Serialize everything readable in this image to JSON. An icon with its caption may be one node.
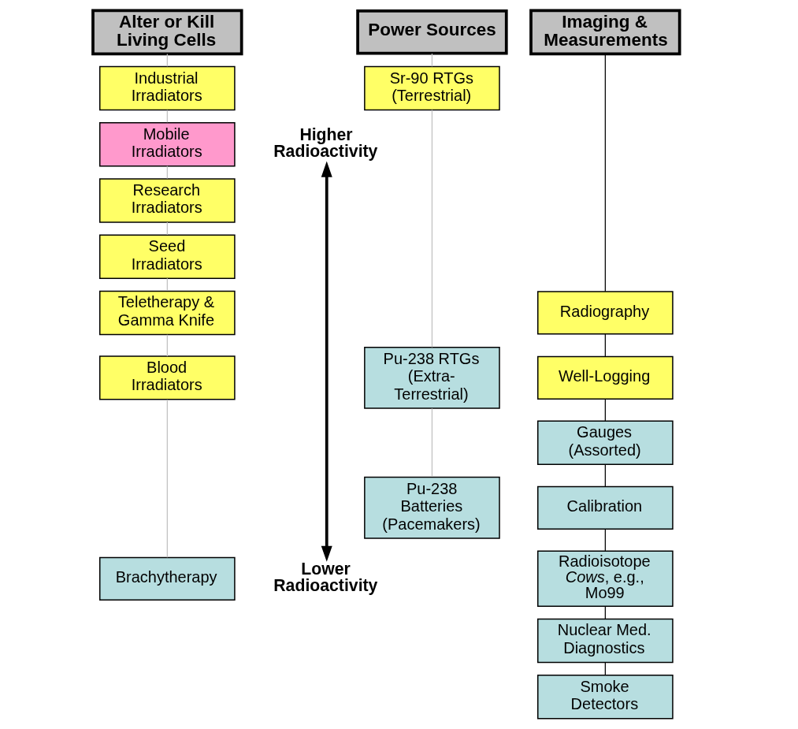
{
  "diagram": {
    "nodes": [
      {
        "text": [
          "Alter or Kill Living Cells"
        ]
      },
      {
        "text": [
          "Power Sources"
        ]
      },
      {
        "text": [
          "Imaging & Measurements"
        ]
      },
      {
        "text": [
          "Industrial Irradiators"
        ]
      },
      {
        "text": [
          "Mobile Irradiators"
        ]
      },
      {
        "text": [
          "Research Irradiators"
        ]
      },
      {
        "text": [
          "Seed Irradiators"
        ]
      },
      {
        "text": [
          "Teletherapy & Gamma Knife"
        ]
      },
      {
        "text": [
          "Blood Irradiators"
        ]
      },
      {
        "text": [
          "Brachytherapy"
        ]
      },
      {
        "text": [
          "Sr-90 RTGs (Terrestrial)"
        ]
      },
      {
        "text": [
          "Pu-238 RTGs (Extra-Terrestrial)"
        ]
      },
      {
        "text": [
          "Pu-238 Batteries (Pacemakers)"
        ]
      },
      {
        "text": [
          "Radiography"
        ]
      },
      {
        "text": [
          "Well-Logging"
        ]
      },
      {
        "text": [
          "Gauges (Assorted)"
        ]
      },
      {
        "text": [
          "Calibration"
        ]
      },
      {
        "text": [
          "Radioisotope *Cows*, e.g., Mo99"
        ]
      },
      {
        "text": [
          "Nuclear Med. Diagnostics"
        ]
      },
      {
        "text": [
          "Smoke Detectors"
        ]
      },
      {
        "text": [
          "Higher Radioactivity"
        ]
      },
      {
        "text": [
          "Lower Radioactivity"
        ]
      }
    ],
    "edges": [
      {
        "from": 0,
        "to": 3,
        "arrow": "none"
      },
      {
        "from": 3,
        "to": 4,
        "arrow": "none"
      },
      {
        "from": 4,
        "to": 5,
        "arrow": "none"
      },
      {
        "from": 5,
        "to": 6,
        "arrow": "none"
      },
      {
        "from": 6,
        "to": 7,
        "arrow": "none"
      },
      {
        "from": 7,
        "to": 8,
        "arrow": "none"
      },
      {
        "from": 8,
        "to": 9,
        "arrow": "none"
      },
      {
        "from": 1,
        "to": 10,
        "arrow": "none"
      },
      {
        "from": 10,
        "to": 11,
        "arrow": "none"
      },
      {
        "from": 11,
        "to": 12,
        "arrow": "none"
      },
      {
        "from": 2,
        "to": 13,
        "arrow": "none",
        "color": "#000000"
      },
      {
        "from": 13,
        "to": 14,
        "arrow": "none",
        "color": "#000000"
      },
      {
        "from": 14,
        "to": 15,
        "arrow": "none",
        "color": "#000000"
      },
      {
        "from": 15,
        "to": 16,
        "arrow": "none",
        "color": "#000000"
      },
      {
        "from": 16,
        "to": 17,
        "arrow": "none",
        "color": "#000000"
      },
      {
        "from": 17,
        "to": 18,
        "arrow": "none",
        "color": "#000000"
      },
      {
        "from": 18,
        "to": 19,
        "arrow": "none",
        "color": "#000000"
      },
      {
        "from": 20,
        "to": 21,
        "arrow": "both",
        "style": "thick",
        "color": "#000000"
      }
    ]
  }
}
